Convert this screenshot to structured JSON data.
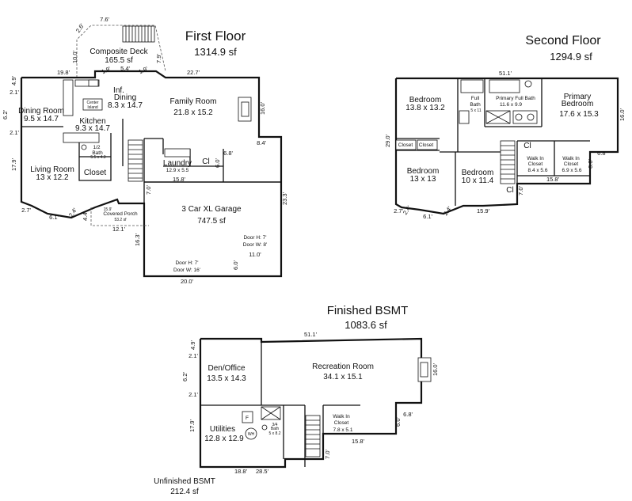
{
  "first_floor": {
    "title": "First Floor",
    "area": "1314.9 sf",
    "rooms": {
      "deck_name": "Composite Deck",
      "deck_area": "165.5 sf",
      "inf_dining_name": "Inf.",
      "inf_dining_name2": "Dining",
      "inf_dining_size": "8.3 x 14.7",
      "family_name": "Family Room",
      "family_size": "21.8 x 15.2",
      "dining_name": "Dining Room",
      "dining_size": "9.5 x 14.7",
      "kitchen_name": "Kitchen",
      "kitchen_size": "9.3 x 14.7",
      "center_island_1": "Center",
      "center_island_2": "Island",
      "living_name": "Living Room",
      "living_size": "13 x 12.2",
      "half_bath_1": "1/2",
      "half_bath_2": "Bath",
      "half_bath_size": "5.5 x 4.3",
      "closet": "Closet",
      "laundry_name": "Laundry",
      "laundry_size": "12.9 x 5.5",
      "cl": "Cl",
      "garage_name": "3 Car XL Garage",
      "garage_area": "747.5 sf",
      "porch_name": "Covered Porch",
      "porch_area": "53.2 sf",
      "door1_h": "Door H: 7'",
      "door1_w": "Door W: 8'",
      "door2_h": "Door H: 7'",
      "door2_w": "Door W: 16'"
    },
    "dims": {
      "d7_6": "7.6'",
      "d2_6": "2.6'",
      "d10_0": "10.0'",
      "d7_9": "7.9'",
      "d19_8": "19.8'",
      "d1_9": "1.9'",
      "d5_4": "5.4'",
      "d1_9b": "1.9'",
      "d22_7": "22.7'",
      "d4_9": "4.9'",
      "d2_1a": "2.1'",
      "d6_2": "6.2'",
      "d2_1b": "2.1'",
      "d17_9": "17.9'",
      "d16_0": "16.0'",
      "d8_4": "8.4'",
      "d6_8": "6.8'",
      "d6_0": "6.0'",
      "d15_8": "15.8'",
      "d7_0": "7.0'",
      "d23_3": "23.3'",
      "d2_7": "2.7'",
      "d6_1": "6.1'",
      "d2_4": "2.4'",
      "d15_9": "15.9'",
      "d4_4": "4.4'",
      "d12_1": "12.1'",
      "d16_3": "16.3'",
      "d11_0": "11.0'",
      "d6_0b": "6.0'",
      "d20_0": "20.0'"
    }
  },
  "second_floor": {
    "title": "Second Floor",
    "area": "1294.9 sf",
    "rooms": {
      "bed1_name": "Bedroom",
      "bed1_size": "13.8 x 13.2",
      "full_bath_1": "Full",
      "full_bath_2": "Bath",
      "full_bath_size": "5 x 11",
      "primary_bath_name": "Primary Full Bath",
      "primary_bath_size": "11.6 x 9.9",
      "primary_bed_1": "Primary",
      "primary_bed_2": "Bedroom",
      "primary_bed_size": "17.6 x 15.3",
      "closet_a": "Closet",
      "closet_b": "Closet",
      "bed2_name": "Bedroom",
      "bed2_size": "13 x 13",
      "bed3_name": "Bedroom",
      "bed3_size": "10 x 11.4",
      "cl_a": "Cl",
      "cl_b": "Cl",
      "wic1_1": "Walk In",
      "wic1_2": "Closet",
      "wic1_size": "8.4 x 5.6",
      "wic2_1": "Walk In",
      "wic2_2": "Closet",
      "wic2_size": "6.9 x 5.6"
    },
    "dims": {
      "d51_1": "51.1'",
      "d29_0": "29.0'",
      "d16_0": "16.0'",
      "d6_8": "6.8'",
      "d6_0": "6.0'",
      "d15_8": "15.8'",
      "d7_0": "7.0'",
      "d2_7": "2.7'",
      "d2_4a": "2.4'",
      "d6_1": "6.1'",
      "d2_4b": "2.4'",
      "d15_9": "15.9'"
    }
  },
  "basement": {
    "title": "Finished BSMT",
    "area": "1083.6 sf",
    "unfinished_title": "Unfinished BSMT",
    "unfinished_area": "212.4 sf",
    "rooms": {
      "den_name": "Den/Office",
      "den_size": "13.5 x 14.3",
      "rec_name": "Recreation Room",
      "rec_size": "34.1 x 15.1",
      "util_name": "Utilities",
      "util_size": "12.8 x 12.9",
      "f_label": "F",
      "wh_label": "WH",
      "bath_1": "3/4",
      "bath_2": "Bath",
      "bath_size": "5 x 8.2",
      "wic_1": "Walk In",
      "wic_2": "Closet",
      "wic_size": "7.8 x 5.1"
    },
    "dims": {
      "d51_1": "51.1'",
      "d4_9": "4.9'",
      "d2_1a": "2.1'",
      "d6_2": "6.2'",
      "d2_1b": "2.1'",
      "d17_9": "17.9'",
      "d16_0": "16.0'",
      "d6_8": "6.8'",
      "d6_0": "6.0'",
      "d15_8": "15.8'",
      "d7_0": "7.0'",
      "d18_8": "18.8'",
      "d28_5": "28.5'"
    }
  }
}
